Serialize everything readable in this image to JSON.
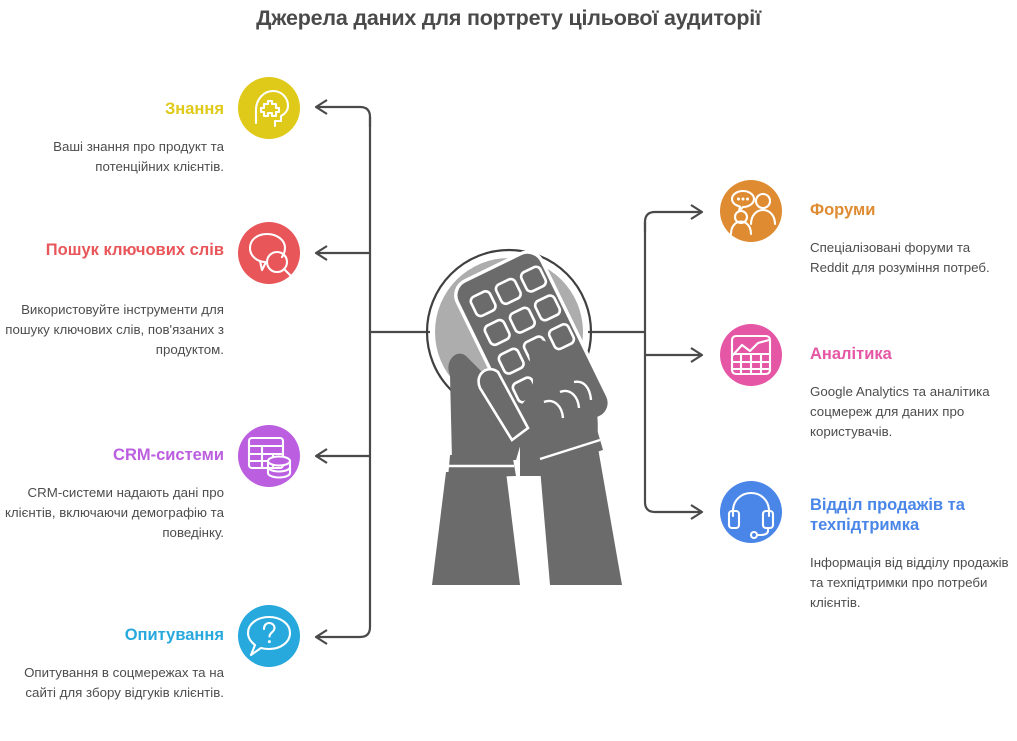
{
  "title": "Джерела даних для портрету цільової аудиторії",
  "colors": {
    "knowledge": "#dfc919",
    "keywords": "#e8565a",
    "crm": "#bb5fe0",
    "surveys": "#28a9dd",
    "forums": "#df8b32",
    "analytics": "#e557a5",
    "support": "#4a86e8",
    "connector": "#4a4a4a",
    "body_text": "#4d4d4d",
    "title_text": "#4a4a4a",
    "illustration": "#6b6b6b",
    "illustration_light": "#adadad"
  },
  "left_nodes": [
    {
      "id": "knowledge",
      "icon": "brain-head-icon",
      "heading": "Знання",
      "body": "Ваші знання про продукт та потенційних клієнтів."
    },
    {
      "id": "keywords",
      "icon": "speech-bubble-search-icon",
      "heading": "Пошук ключових слів",
      "body": "Використовуйте інструменти для пошуку ключових слів, пов'язаних з продуктом."
    },
    {
      "id": "crm",
      "icon": "database-table-icon",
      "heading": "CRM-системи",
      "body": "CRM-системи надають дані про клієнтів, включаючи демографію та поведінку."
    },
    {
      "id": "surveys",
      "icon": "question-bubble-icon",
      "heading": "Опитування",
      "body": "Опитування в соцмережах та на сайті для збору відгуків клієнтів."
    }
  ],
  "right_nodes": [
    {
      "id": "forums",
      "icon": "people-chat-icon",
      "heading": "Форуми",
      "body": "Спеціалізовані форуми та Reddit для розуміння потреб."
    },
    {
      "id": "analytics",
      "icon": "chart-grid-icon",
      "heading": "Аналітика",
      "body": "Google Analytics та аналітика соцмереж для даних про користувачів."
    },
    {
      "id": "support",
      "icon": "headset-icon",
      "heading": "Відділ продажів та техпідтримка",
      "body": "Інформація від відділу продажів та техпідтримки про потреби клієнтів."
    }
  ],
  "center": {
    "illustration": "hands-holding-smartphone-illustration"
  }
}
